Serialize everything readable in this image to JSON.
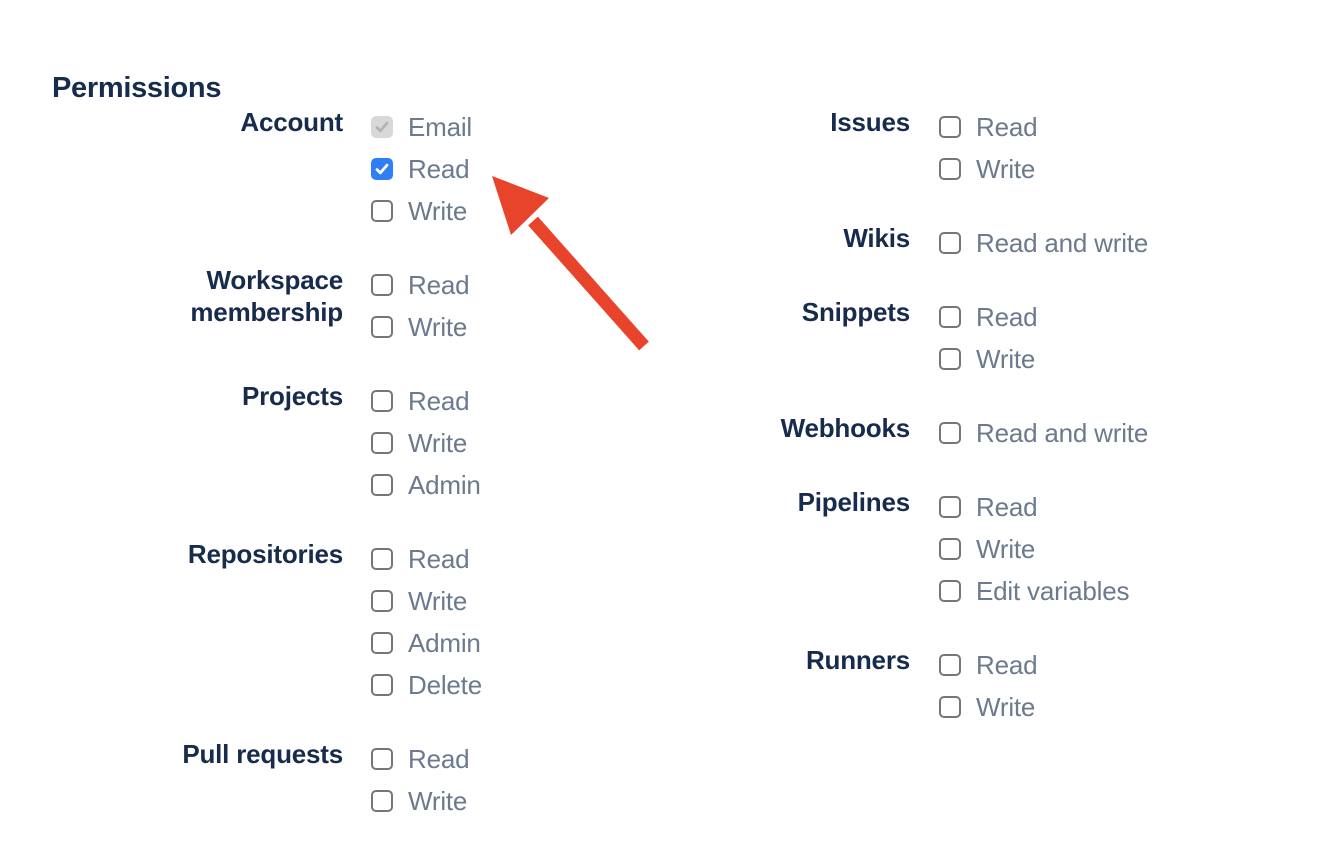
{
  "page": {
    "heading": "Permissions"
  },
  "colors": {
    "heading_text": "#172B4D",
    "group_label_text": "#172B4D",
    "option_label_text": "#6C7A8E",
    "checkbox_border": "#767676",
    "checkbox_checked_bg": "#2D7EF7",
    "checkbox_check": "#FFFFFF",
    "checkbox_disabled_bg": "#D8D8D8",
    "checkbox_disabled_check": "#B0B3B8",
    "arrow": "#E8432B"
  },
  "columns": [
    {
      "name": "left",
      "groups": [
        {
          "label": "Account",
          "options": [
            {
              "label": "Email",
              "state": "checked-disabled"
            },
            {
              "label": "Read",
              "state": "checked"
            },
            {
              "label": "Write",
              "state": "unchecked"
            }
          ]
        },
        {
          "label": "Workspace membership",
          "options": [
            {
              "label": "Read",
              "state": "unchecked"
            },
            {
              "label": "Write",
              "state": "unchecked"
            }
          ]
        },
        {
          "label": "Projects",
          "options": [
            {
              "label": "Read",
              "state": "unchecked"
            },
            {
              "label": "Write",
              "state": "unchecked"
            },
            {
              "label": "Admin",
              "state": "unchecked"
            }
          ]
        },
        {
          "label": "Repositories",
          "options": [
            {
              "label": "Read",
              "state": "unchecked"
            },
            {
              "label": "Write",
              "state": "unchecked"
            },
            {
              "label": "Admin",
              "state": "unchecked"
            },
            {
              "label": "Delete",
              "state": "unchecked"
            }
          ]
        },
        {
          "label": "Pull requests",
          "options": [
            {
              "label": "Read",
              "state": "unchecked"
            },
            {
              "label": "Write",
              "state": "unchecked"
            }
          ]
        }
      ]
    },
    {
      "name": "right",
      "groups": [
        {
          "label": "Issues",
          "options": [
            {
              "label": "Read",
              "state": "unchecked"
            },
            {
              "label": "Write",
              "state": "unchecked"
            }
          ]
        },
        {
          "label": "Wikis",
          "options": [
            {
              "label": "Read and write",
              "state": "unchecked"
            }
          ]
        },
        {
          "label": "Snippets",
          "options": [
            {
              "label": "Read",
              "state": "unchecked"
            },
            {
              "label": "Write",
              "state": "unchecked"
            }
          ]
        },
        {
          "label": "Webhooks",
          "options": [
            {
              "label": "Read and write",
              "state": "unchecked"
            }
          ]
        },
        {
          "label": "Pipelines",
          "options": [
            {
              "label": "Read",
              "state": "unchecked"
            },
            {
              "label": "Write",
              "state": "unchecked"
            },
            {
              "label": "Edit variables",
              "state": "unchecked"
            }
          ]
        },
        {
          "label": "Runners",
          "options": [
            {
              "label": "Read",
              "state": "unchecked"
            },
            {
              "label": "Write",
              "state": "unchecked"
            }
          ]
        }
      ]
    }
  ]
}
